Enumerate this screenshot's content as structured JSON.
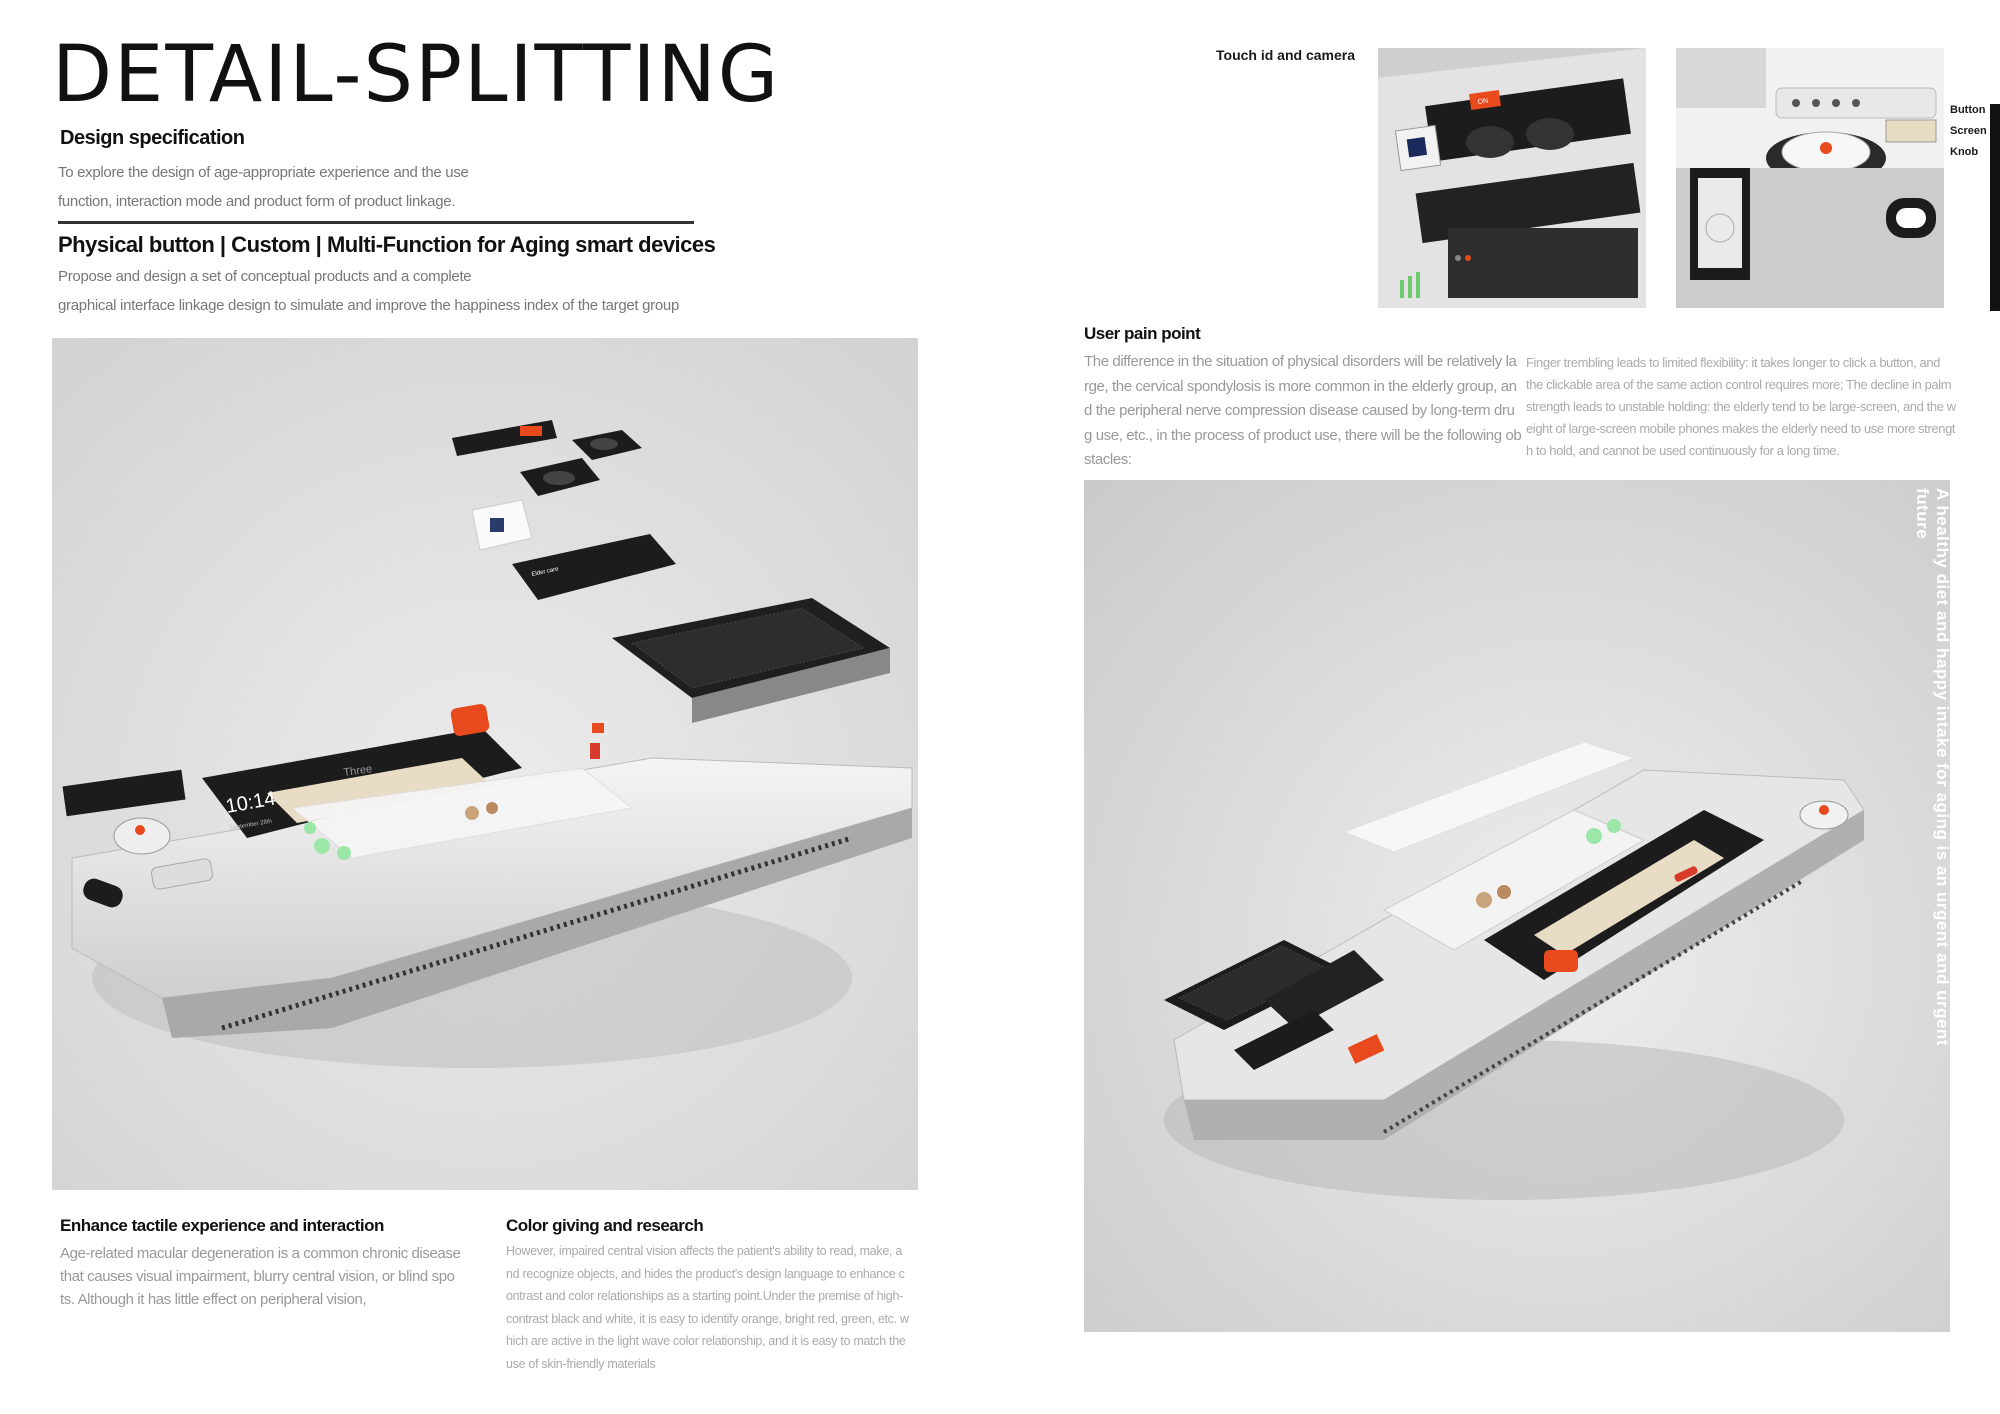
{
  "header": {
    "title": "DETAIL-SPLITTING"
  },
  "design_spec": {
    "heading": "Design specification",
    "lines": [
      "To explore the design of age-appropriate experience and the use",
      "function, interaction mode and product form of product linkage."
    ]
  },
  "physical": {
    "heading": "Physical button | Custom | Multi-Function for Aging smart devices",
    "lines": [
      "Propose and design a set of conceptual products and a complete",
      "graphical interface linkage design to simulate and improve the happiness index of the target group"
    ]
  },
  "touch_label": "Touch id and camera",
  "side_labels": {
    "button": "Button",
    "screen": "Screen",
    "knob": "Knob"
  },
  "pain": {
    "heading": "User pain point",
    "col1": [
      "The difference in the situation of physical disorders will be relatively la",
      "rge, the cervical spondylosis is more common in the elderly group, an",
      "d the peripheral nerve compression disease caused by long-term dru",
      "g use, etc., in the process of product use, there will be the following ob",
      "stacles:"
    ],
    "col2": [
      "Finger trembling leads to limited flexibility: it takes longer to click a button, and",
      "the clickable area of the same action control requires more; The decline in palm",
      " strength leads to unstable holding: the elderly tend to be large-screen, and the w",
      "eight of large-screen mobile phones makes the elderly need to use more strengt",
      "h to hold, and cannot be used continuously for a long time."
    ]
  },
  "vertical_caption": "A healthy diet and happy intake for aging is an urgent and urgent future",
  "tactile": {
    "heading": "Enhance tactile experience and interaction",
    "lines": [
      "Age-related macular degeneration is a common chronic disease",
      " that causes visual impairment, blurry central vision, or blind spo",
      "ts. Although it has little effect on peripheral vision,"
    ]
  },
  "color": {
    "heading": "Color giving and research",
    "lines": [
      "However, impaired central vision affects the patient's ability to read, make, a",
      "nd recognize objects, and hides the product's design language to enhance c",
      "ontrast and color relationships as a starting point.Under the premise of high-",
      "contrast black and white, it is easy to identify orange, bright red, green, etc. w",
      "hich are active in the light wave color relationship, and it is easy to match the",
      "use of skin-friendly materials"
    ]
  },
  "device": {
    "clock": "10:14",
    "date": "September 28th",
    "label_three": "Three",
    "label_elder": "Elder care",
    "label_on": "ON"
  },
  "colors": {
    "accent": "#e8491d",
    "pill_green": "#9ce6a8",
    "dark": "#1c1c1c"
  }
}
